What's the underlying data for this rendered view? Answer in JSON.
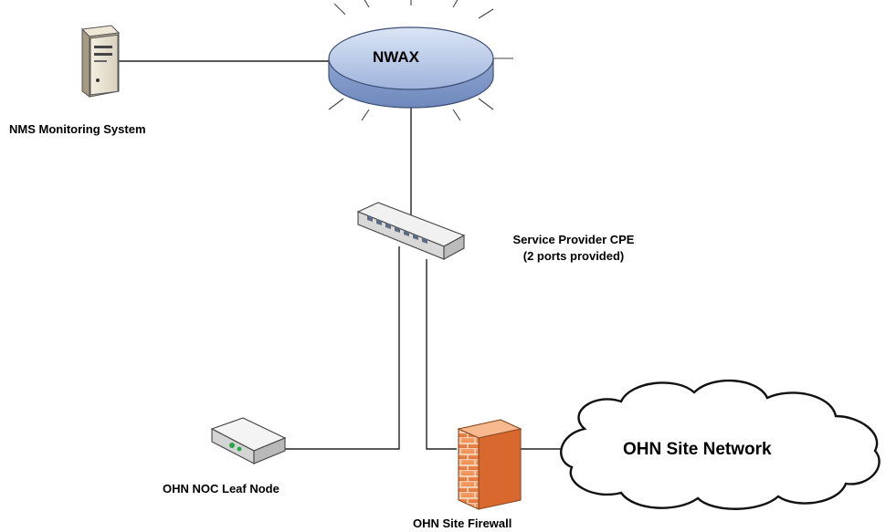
{
  "nodes": {
    "nms": {
      "label": "NMS Monitoring System"
    },
    "nwax": {
      "label": "NWAX"
    },
    "cpe": {
      "label_line1": "Service Provider CPE",
      "label_line2": "(2 ports provided)"
    },
    "leaf": {
      "label": "OHN NOC Leaf Node"
    },
    "firewall": {
      "label": "OHN Site Firewall"
    },
    "site_network": {
      "label": "OHN Site Network"
    }
  },
  "icons": {
    "nms": "server-icon",
    "nwax": "network-hub-icon",
    "cpe": "switch-icon",
    "leaf": "router-icon",
    "firewall": "firewall-icon",
    "site_network": "cloud-icon"
  },
  "connections": [
    {
      "from": "nms",
      "to": "nwax"
    },
    {
      "from": "nwax",
      "to": "cpe"
    },
    {
      "from": "cpe",
      "to": "leaf"
    },
    {
      "from": "cpe",
      "to": "firewall"
    },
    {
      "from": "firewall",
      "to": "site_network"
    }
  ],
  "colors": {
    "nwax_fill": "#b9c9e6",
    "firewall_brick": "#f08a4b",
    "leaf_led": "#22aa44"
  }
}
